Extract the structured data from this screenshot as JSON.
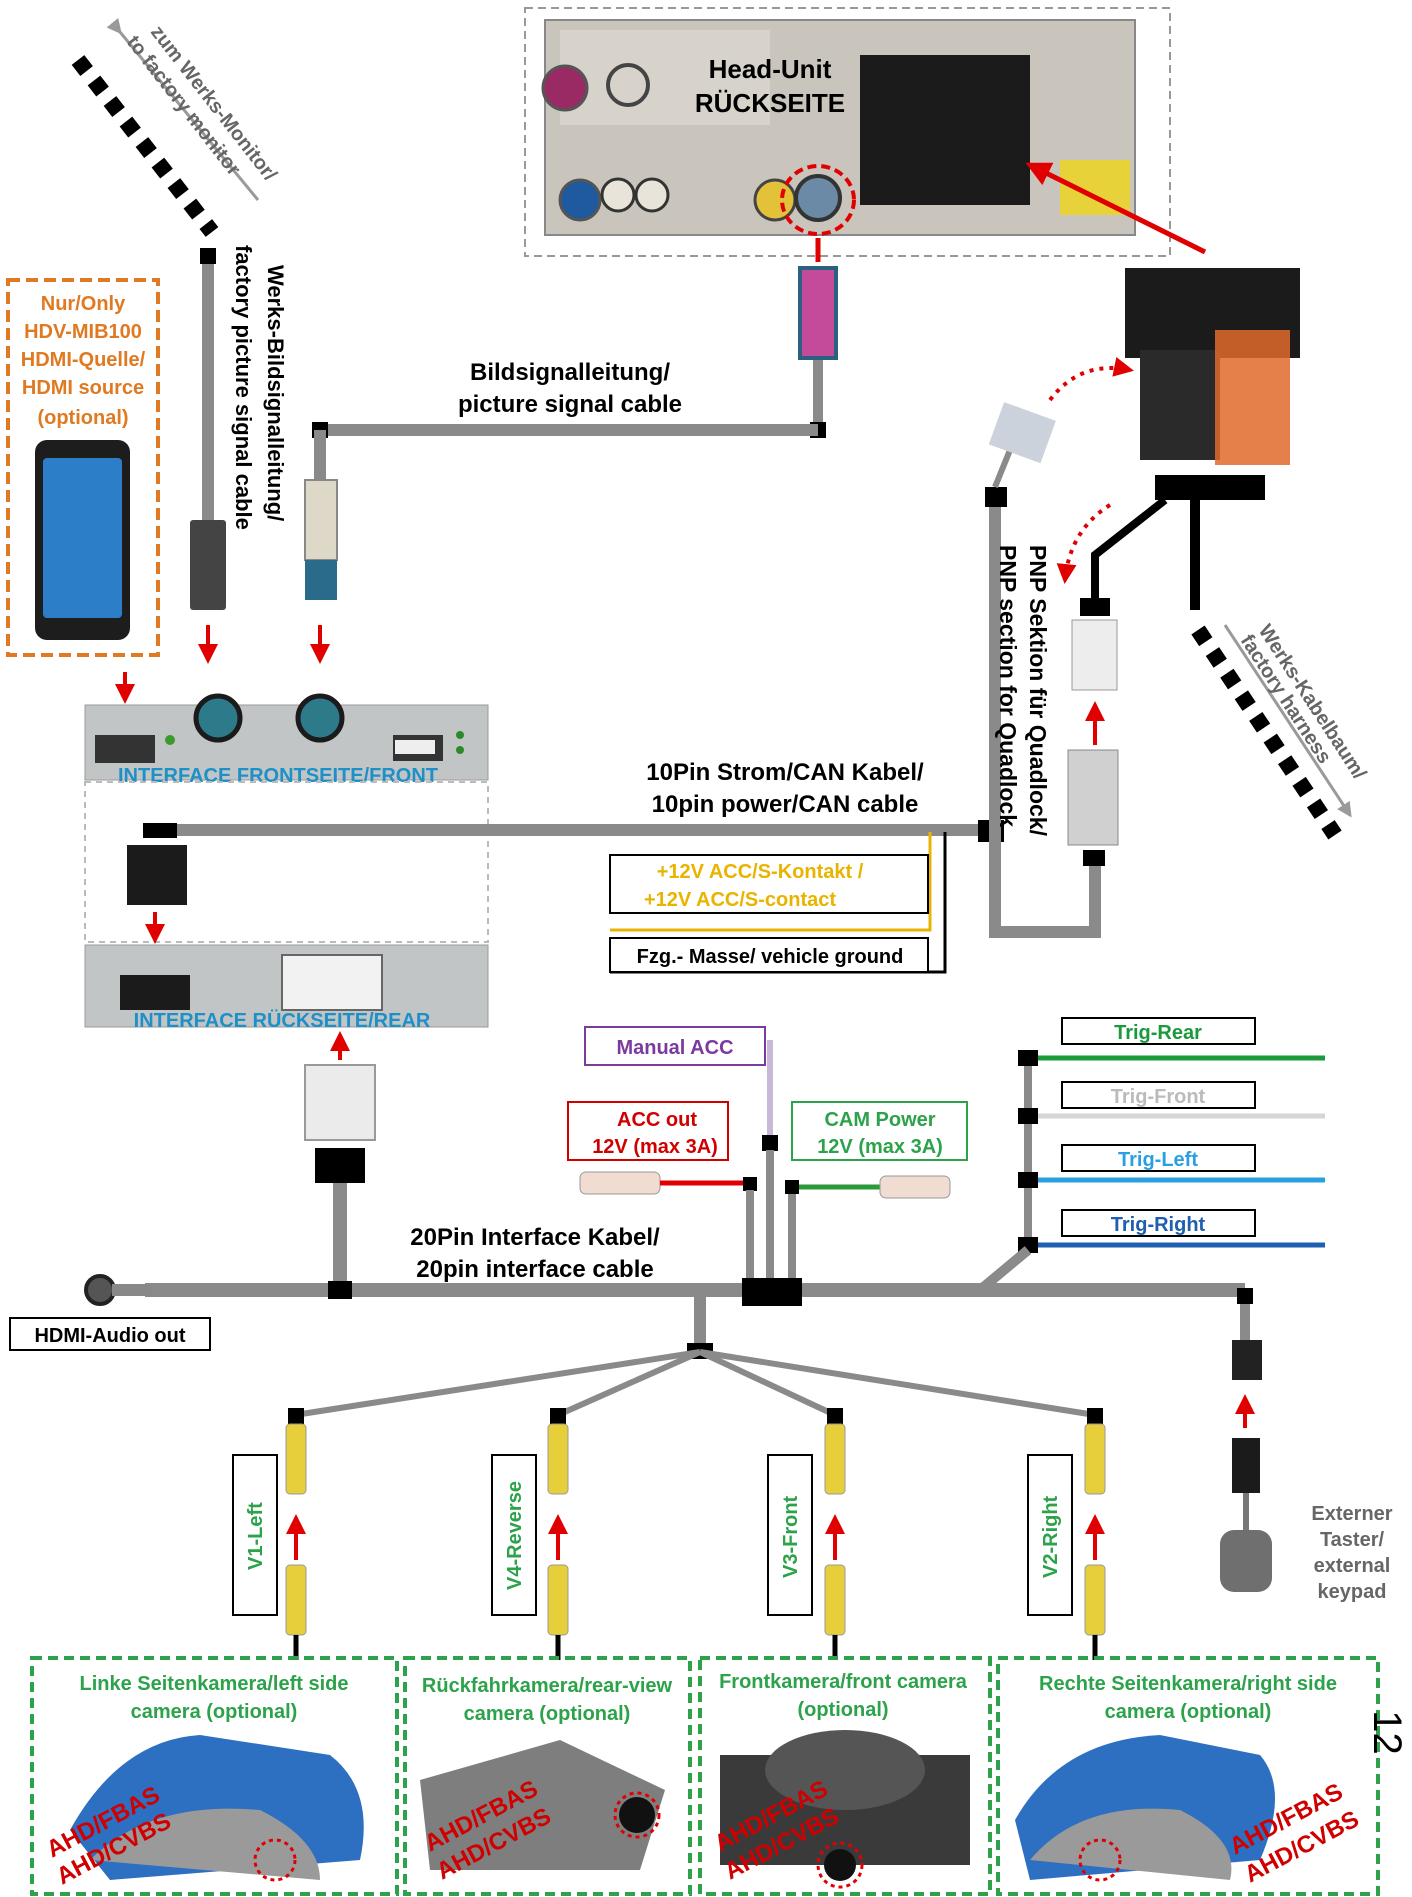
{
  "head_unit": {
    "title_line1": "Head-Unit",
    "title_line2": "RÜCKSEITE"
  },
  "labels": {
    "to_factory_monitor_1": "zum Werks-Monitor/",
    "to_factory_monitor_2": "to factory monitor",
    "factory_picture_cable_1": "Werks-Bildsignalleitung/",
    "factory_picture_cable_2": "factory picture signal cable",
    "picture_cable_1": "Bildsignalleitung/",
    "picture_cable_2": "picture signal cable",
    "hdmi_source_1": "Nur/Only",
    "hdmi_source_2": "HDV-MIB100",
    "hdmi_source_3": "HDMI-Quelle/",
    "hdmi_source_4": "HDMI source",
    "hdmi_source_5": "(optional)",
    "interface_front": "INTERFACE  FRONTSEITE/FRONT",
    "interface_rear": "INTERFACE  RÜCKSEITE/REAR",
    "power_can_1": "10Pin Strom/CAN Kabel/",
    "power_can_2": "10pin power/CAN cable",
    "acc_1": "+12V ACC/S-Kontakt /",
    "acc_2": "+12V ACC/S-contact",
    "ground": "Fzg.- Masse/ vehicle ground",
    "pnp_1": "PNP Sektion für Quadlock/",
    "pnp_2": "PNP section for Quadlock",
    "factory_harness_1": "Werks-Kabelbaum/",
    "factory_harness_2": "factory harness",
    "manual_acc": "Manual ACC",
    "acc_out_1": "ACC out",
    "acc_out_2": "12V (max 3A)",
    "cam_power_1": "CAM Power",
    "cam_power_2": "12V (max 3A)",
    "trig_rear": "Trig-Rear",
    "trig_front": "Trig-Front",
    "trig_left": "Trig-Left",
    "trig_right": "Trig-Right",
    "interface_cable_1": "20Pin Interface Kabel/",
    "interface_cable_2": "20pin interface cable",
    "hdmi_audio": "HDMI-Audio out",
    "ext_keypad_1": "Externer",
    "ext_keypad_2": "Taster/",
    "ext_keypad_3": "external",
    "ext_keypad_4": "keypad",
    "v1": "V1-Left",
    "v4": "V4-Reverse",
    "v3": "V3-Front",
    "v2": "V2-Right",
    "cam_left_1": "Linke Seitenkamera/left side",
    "cam_left_2": "camera (optional)",
    "cam_rear_1": "Rückfahrkamera/rear-view",
    "cam_rear_2": "camera (optional)",
    "cam_front_1": "Frontkamera/front camera",
    "cam_front_2": "(optional)",
    "cam_right_1": "Rechte Seitenkamera/right side",
    "cam_right_2": "camera (optional)",
    "ahd_fbas": "AHD/FBAS",
    "ahd_cvbs": "AHD/CVBS",
    "page_number": "12"
  },
  "colors": {
    "cable": "#8a8a8a",
    "arrow": "#e00000",
    "orange": "#e07a22",
    "green": "#2ca24a",
    "trig_rear": "#1a9a3a",
    "trig_front": "#d6d6d6",
    "trig_left": "#2aa0e0",
    "trig_right": "#1e5fb0",
    "acc_yellow": "#e8b400",
    "purple": "#7a3aa0",
    "red_label": "#d00000"
  }
}
